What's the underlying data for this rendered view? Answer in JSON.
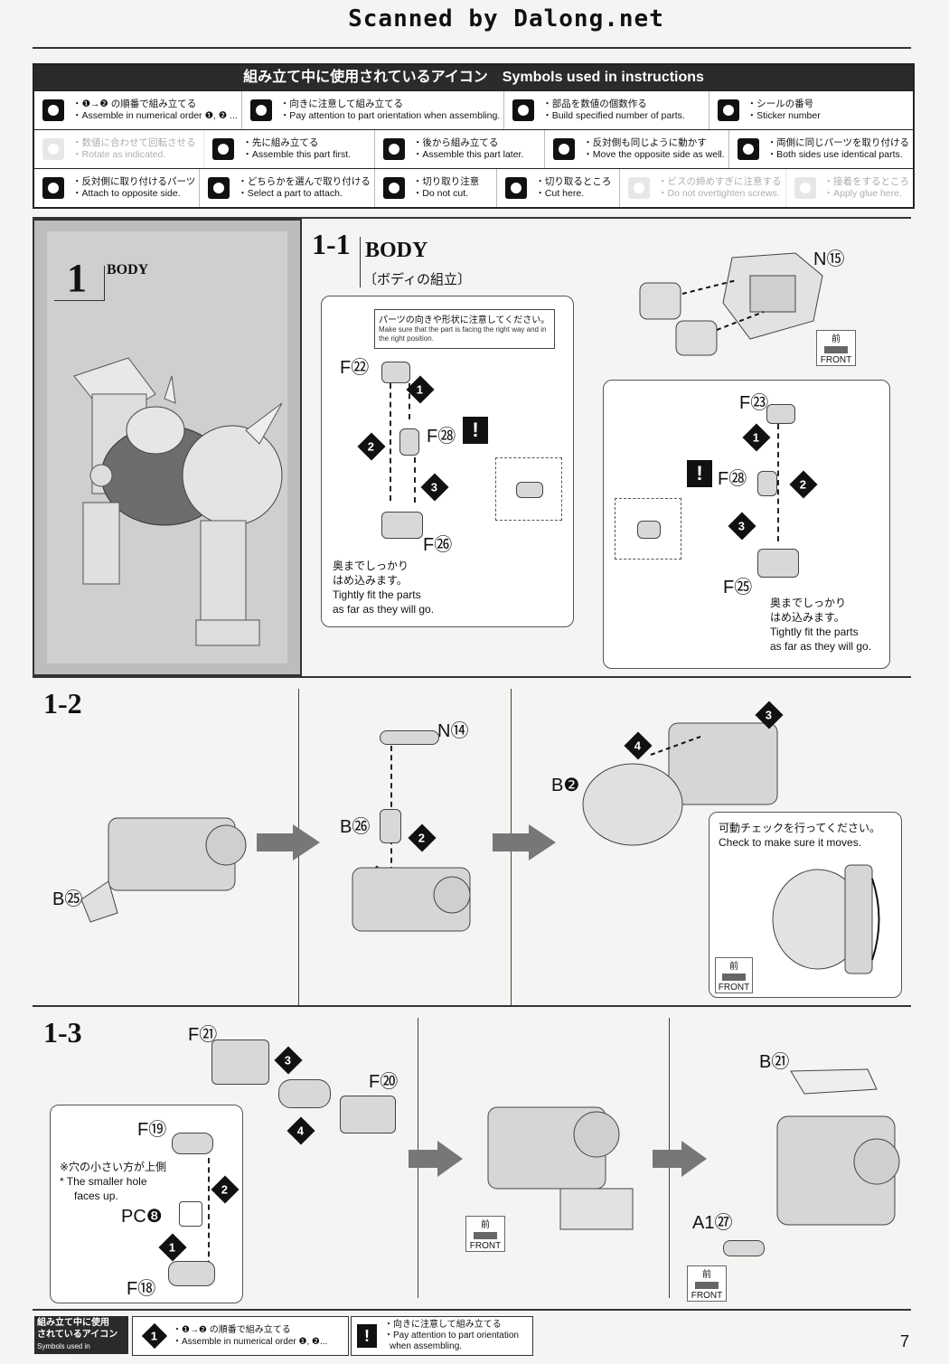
{
  "header": {
    "scan_credit": "Scanned by Dalong.net"
  },
  "symbols": {
    "title": "組み立て中に使用されているアイコン　Symbols used in instructions",
    "items": [
      {
        "jp": "・❶→❷ の順番で組み立てる",
        "en": "・Assemble in numerical order ❶, ❷ ...",
        "icon": "numeric-order-icon",
        "active": true
      },
      {
        "jp": "・向きに注意して組み立てる",
        "en": "・Pay attention to part orientation when assembling.",
        "icon": "exclamation-icon",
        "active": true
      },
      {
        "jp": "・部品を数値の個数作る",
        "en": "・Build specified number of parts.",
        "icon": "multiply-2-icon",
        "active": true
      },
      {
        "jp": "・シールの番号",
        "en": "・Sticker number",
        "icon": "sticker-icon",
        "active": true
      },
      {
        "jp": "・数値に合わせて回転させる",
        "en": "・Rotate as indicated.",
        "icon": "rotate-icon",
        "active": false
      },
      {
        "jp": "・先に組み立てる",
        "en": "・Assemble this part first.",
        "icon": "first-icon",
        "active": true
      },
      {
        "jp": "・後から組み立てる",
        "en": "・Assemble this part later.",
        "icon": "later-icon",
        "active": true
      },
      {
        "jp": "・反対側も同じように動かす",
        "en": "・Move the opposite side as well.",
        "icon": "mirror-move-icon",
        "active": true
      },
      {
        "jp": "・両側に同じパーツを取り付ける",
        "en": "・Both sides use identical parts.",
        "icon": "both-sides-icon",
        "active": true
      },
      {
        "jp": "・反対側に取り付けるパーツ",
        "en": "・Attach to opposite side.",
        "icon": "opposite-side-icon",
        "active": true
      },
      {
        "jp": "・どちらかを選んで取り付ける",
        "en": "・Select a part to attach.",
        "icon": "select-part-icon",
        "active": true
      },
      {
        "jp": "・切り取り注意",
        "en": "・Do not cut.",
        "icon": "do-not-cut-icon",
        "active": true
      },
      {
        "jp": "・切り取るところ",
        "en": "・Cut here.",
        "icon": "cut-here-icon",
        "active": true
      },
      {
        "jp": "・ビスの締めすぎに注意する",
        "en": "・Do not overtighten screws.",
        "icon": "screw-icon",
        "active": false
      },
      {
        "jp": "・接着をするところ",
        "en": "・Apply glue here.",
        "icon": "glue-icon",
        "active": false
      }
    ]
  },
  "section1": {
    "number": "1",
    "title": "BODY"
  },
  "step1_1": {
    "number": "1-1",
    "title": "BODY",
    "subtitle": "〔ボディの組立〕",
    "orientation_jp": "パーツの向きや形状に注意してください。",
    "orientation_en": "Make sure that the part is facing the right way and in the right position.",
    "fit_jp": "奥までしっかり\nはめ込みます。",
    "fit_jp_1": "奥までしっかり",
    "fit_jp_2": "はめ込みます。",
    "fit_en_1": "Tightly fit the parts",
    "fit_en_2": "as far as they will go.",
    "parts_left": [
      "F㉒",
      "F㉘",
      "F㉖"
    ],
    "parts_right": [
      "F㉓",
      "F㉘",
      "F㉕"
    ],
    "part_top": "N⑮",
    "front_jp": "前",
    "front_en": "FRONT"
  },
  "step1_2": {
    "number": "1-2",
    "parts": [
      "B㉕",
      "N⑭",
      "B㉖",
      "B❷"
    ],
    "check_jp": "可動チェックを行ってください。",
    "check_en": "Check to make sure it moves.",
    "front_jp": "前",
    "front_en": "FRONT"
  },
  "step1_3": {
    "number": "1-3",
    "parts": [
      "F㉑",
      "F⑳",
      "F⑲",
      "PC❽",
      "F⑱",
      "B㉑",
      "A1㉗"
    ],
    "hole_jp": "※穴の小さい方が上側",
    "hole_en_1": "* The smaller hole",
    "hole_en_2": "faces up.",
    "front_jp": "前",
    "front_en": "FRONT"
  },
  "footer": {
    "label_1": "組み立て中に使用",
    "label_2": "されているアイコン",
    "label_3": "Symbols used in instructions",
    "item1_jp": "・❶→❷ の順番で組み立てる",
    "item1_en": "・Assemble in numerical order ❶, ❷...",
    "item2_jp": "・向きに注意して組み立てる",
    "item2_en_1": "・Pay attention to part orientation",
    "item2_en_2": "when assembling.",
    "page": "7"
  },
  "step_numbers": [
    "1",
    "2",
    "3",
    "4"
  ]
}
